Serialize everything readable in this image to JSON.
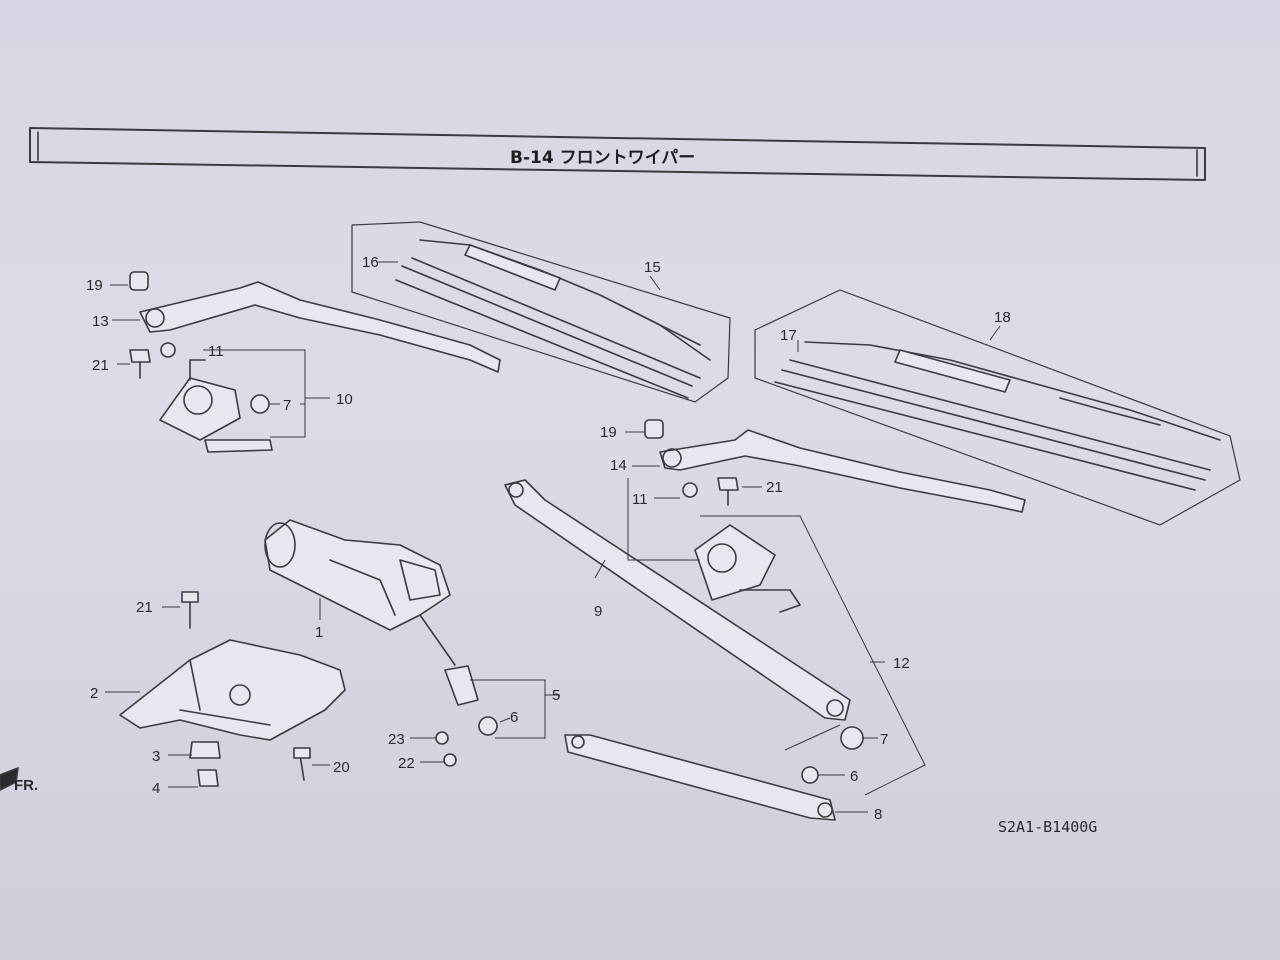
{
  "header": {
    "title": "B-14 フロントワイパー"
  },
  "footer": {
    "drawing_code": "S2A1-B1400G"
  },
  "orientation": {
    "label": "FR."
  },
  "callouts": {
    "c1": "1",
    "c2": "2",
    "c3": "3",
    "c4": "4",
    "c5": "5",
    "c6a": "6",
    "c6b": "6",
    "c7a": "7",
    "c7b": "7",
    "c8": "8",
    "c9": "9",
    "c10": "10",
    "c11a": "11",
    "c11b": "11",
    "c12": "12",
    "c13": "13",
    "c14": "14",
    "c15": "15",
    "c16": "16",
    "c17": "17",
    "c18": "18",
    "c19a": "19",
    "c19b": "19",
    "c20": "20",
    "c21a": "21",
    "c21b": "21",
    "c21c": "21",
    "c22": "22",
    "c23": "23"
  }
}
